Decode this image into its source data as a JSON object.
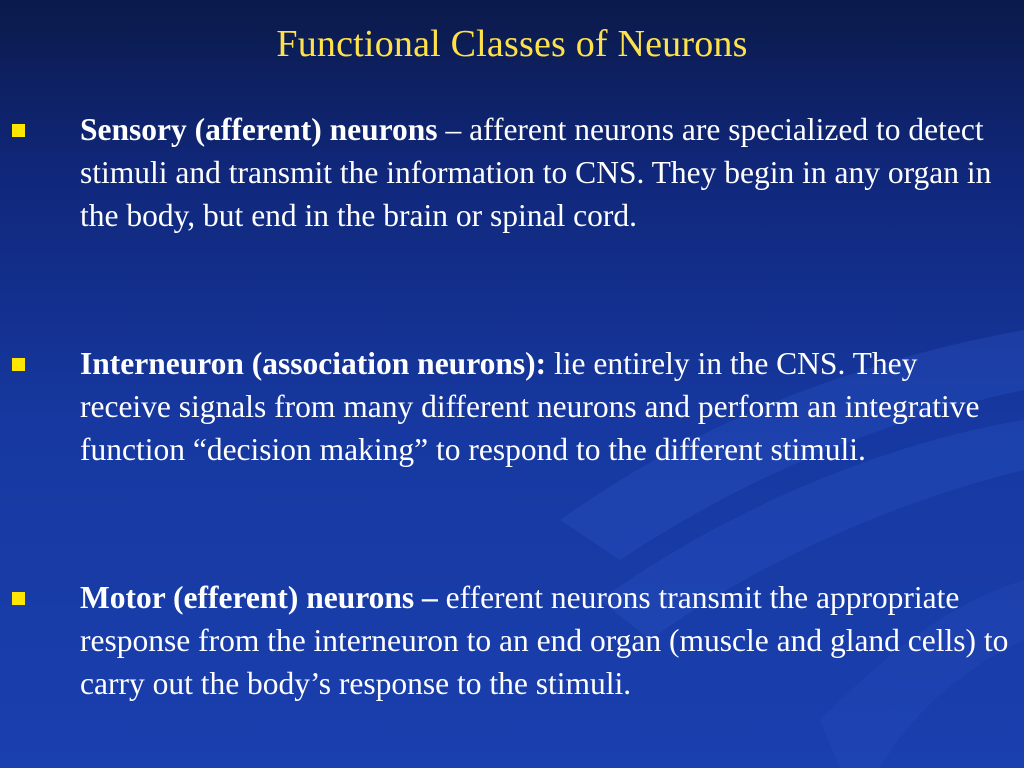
{
  "slide": {
    "title": "Functional Classes of Neurons",
    "colors": {
      "title": "#ffe14a",
      "text": "#ffffff",
      "bullet": "#ffe600",
      "background": "#1638a0"
    },
    "bullets": [
      {
        "lead": "Sensory (afferent) neurons",
        "body": " – afferent neurons are specialized to detect stimuli and transmit the information to CNS. They begin in any organ in the body, but end in the brain or spinal cord."
      },
      {
        "lead": "Interneuron (association neurons):",
        "body": " lie entirely in the CNS. They receive signals from many different neurons and perform an integrative function “decision making” to respond to the different stimuli."
      },
      {
        "lead": "Motor (efferent) neurons –",
        "body": " efferent neurons transmit the appropriate response from the interneuron to an end organ (muscle and gland cells) to carry out the body’s response to the stimuli."
      }
    ]
  }
}
